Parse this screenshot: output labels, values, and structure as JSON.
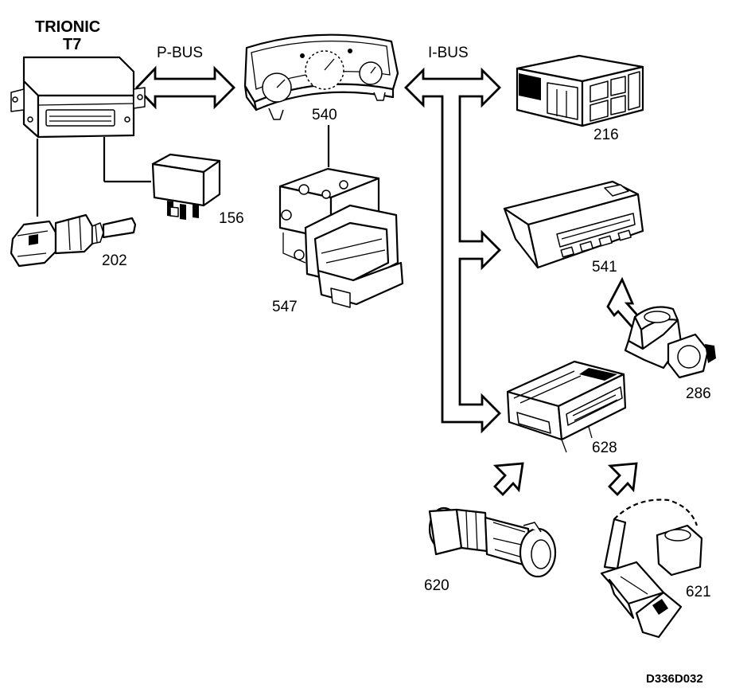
{
  "header": {
    "ecu_title_line1": "TRIONIC",
    "ecu_title_line2": "T7"
  },
  "buses": {
    "p_bus": "P-BUS",
    "i_bus": "I-BUS"
  },
  "components": {
    "c202": "202",
    "c156": "156",
    "c540": "540",
    "c547": "547",
    "c216": "216",
    "c541": "541",
    "c286": "286",
    "c628": "628",
    "c620": "620",
    "c621": "621"
  },
  "drawing_code": "D336D032"
}
